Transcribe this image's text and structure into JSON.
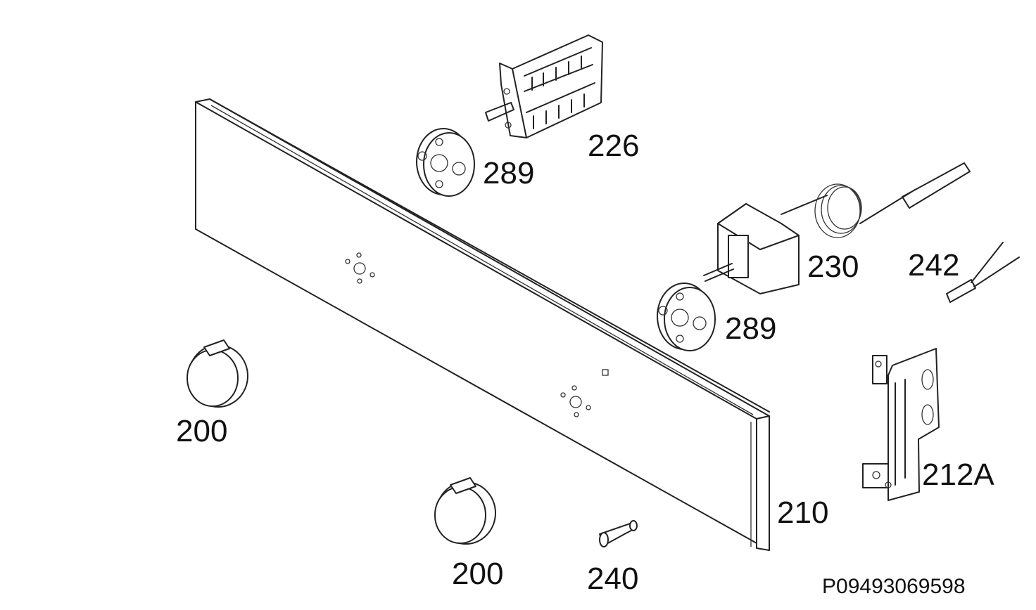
{
  "diagram": {
    "labels": {
      "part_226": "226",
      "part_289_top": "289",
      "part_289_bottom": "289",
      "part_230": "230",
      "part_242": "242",
      "part_200_left": "200",
      "part_200_bottom": "200",
      "part_210": "210",
      "part_240": "240",
      "part_212A": "212A"
    },
    "reference_code": "P09493069598"
  }
}
